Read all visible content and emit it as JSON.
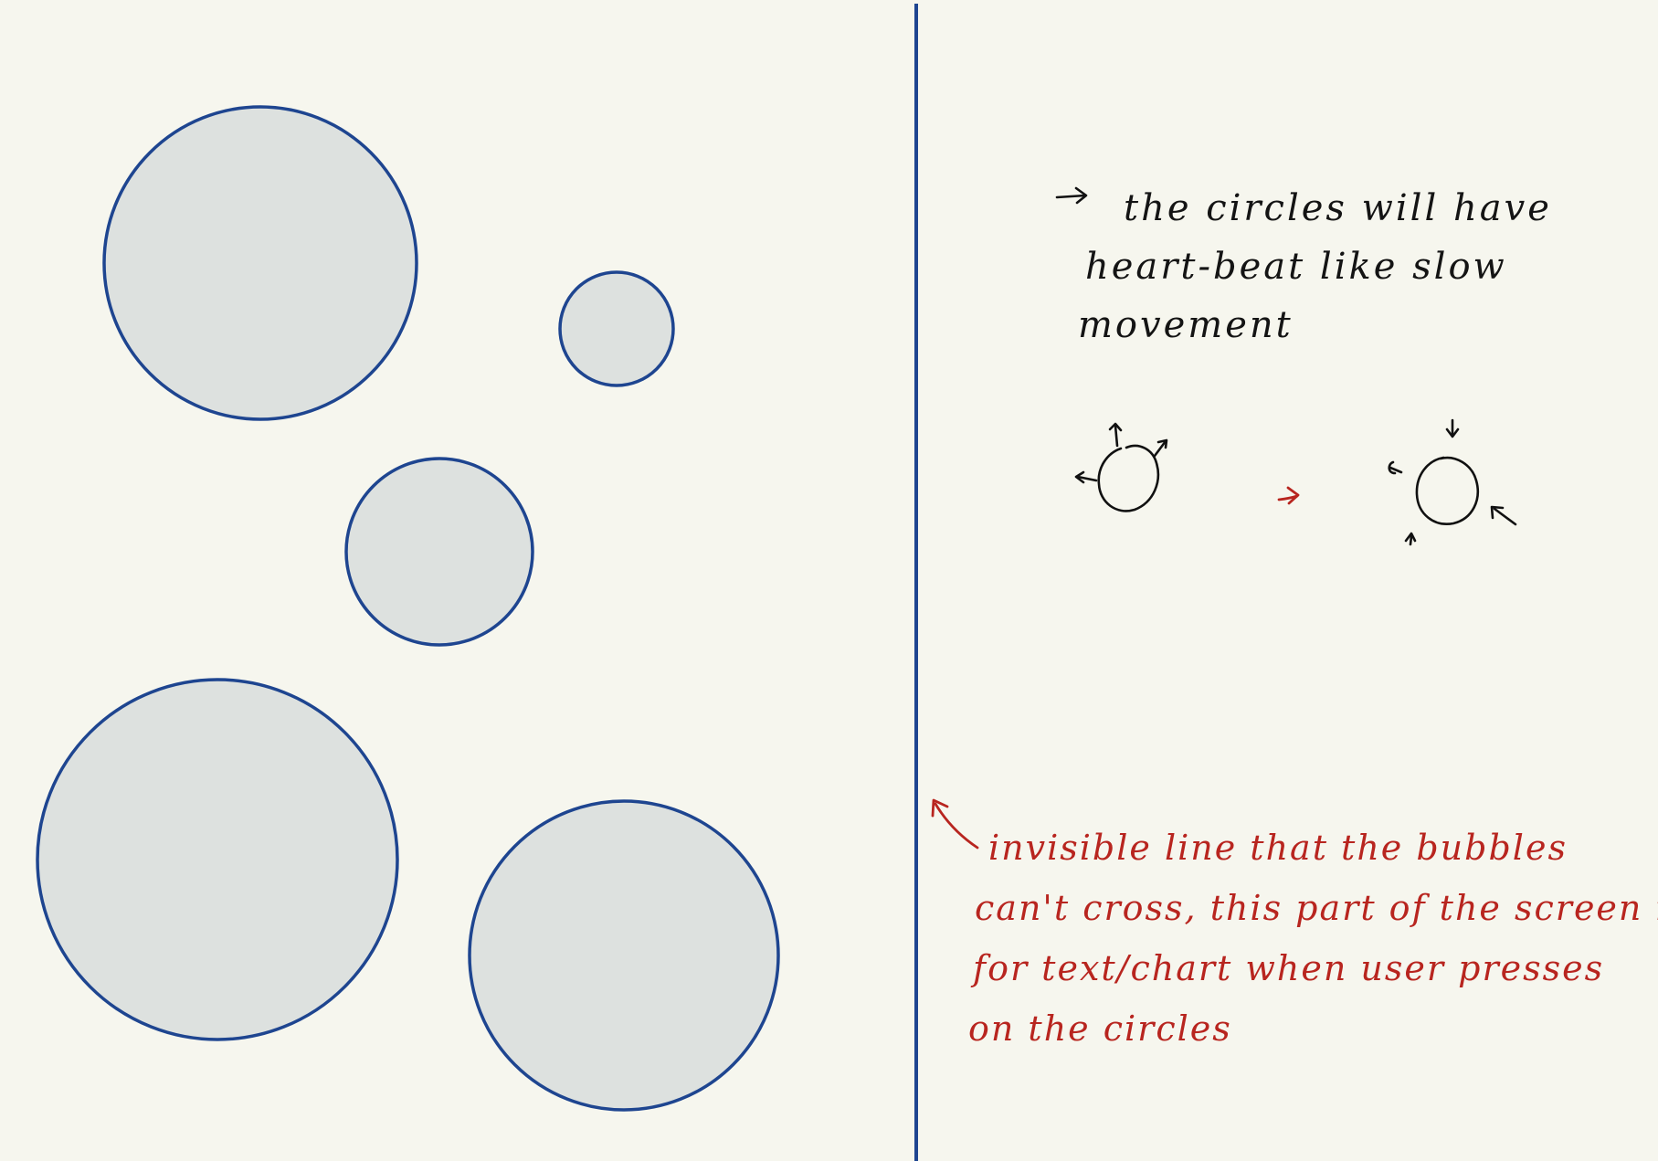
{
  "colors": {
    "background": "#f6f6ee",
    "circle_fill": "#dde1df",
    "circle_stroke": "#1e4590",
    "divider": "#1e4590",
    "note_black": "#141414",
    "note_red": "#b8251f"
  },
  "note_top": {
    "lines": [
      "the circles will have",
      "heart-beat like slow",
      "movement"
    ]
  },
  "note_bottom": {
    "lines": [
      "invisible line that the bubbles",
      "can't cross, this part of the screen is",
      "for text/chart when user presses",
      "on the circles"
    ]
  }
}
